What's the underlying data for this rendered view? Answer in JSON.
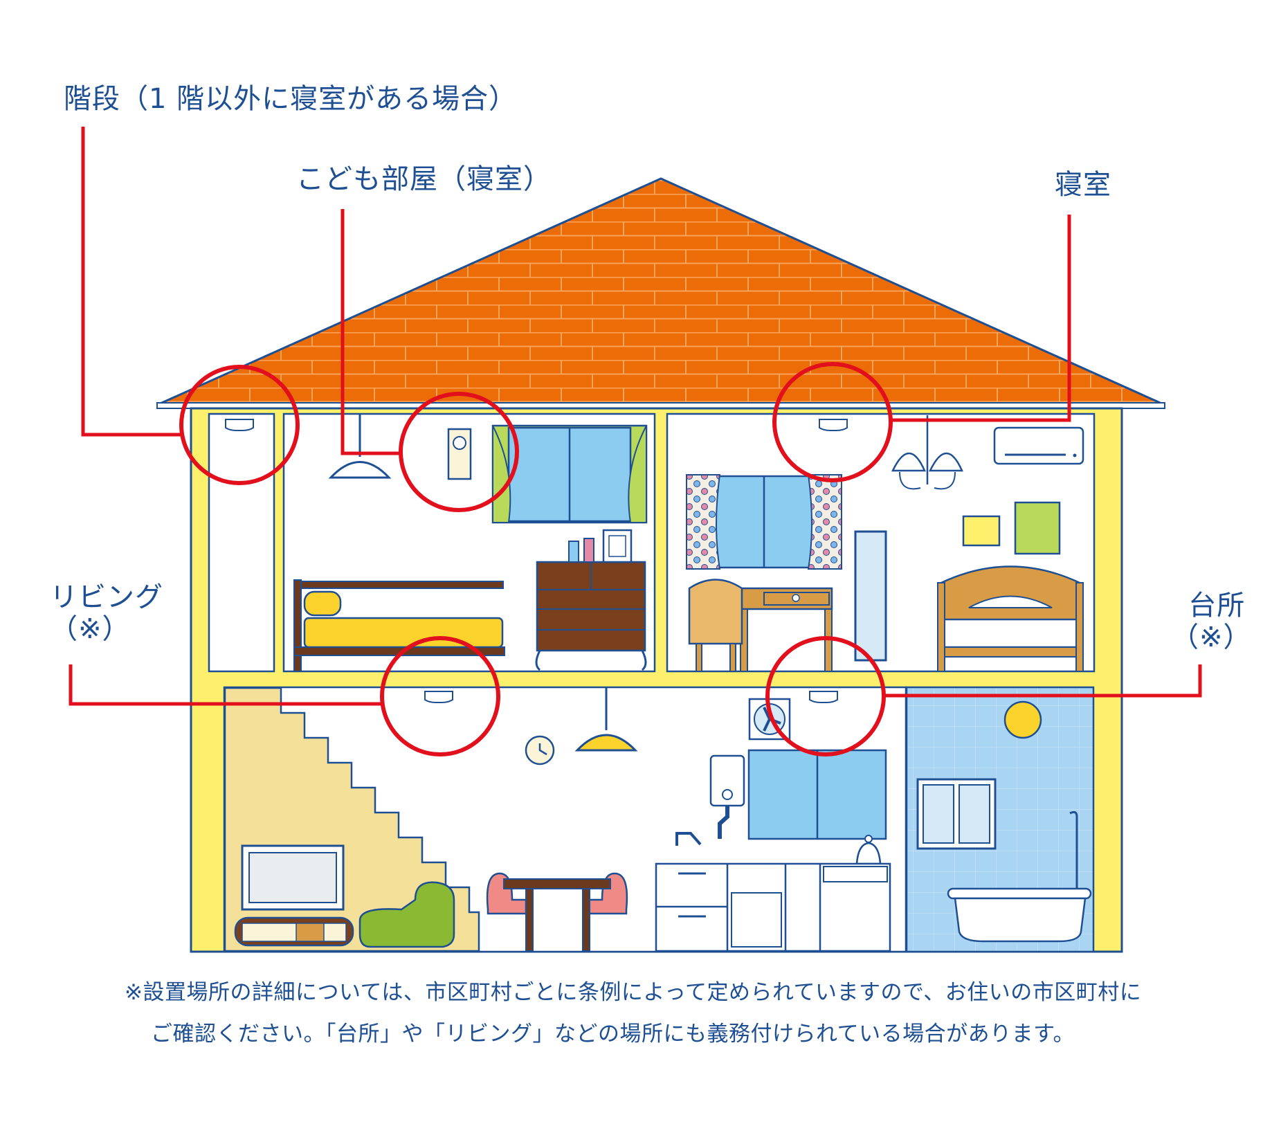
{
  "labels": {
    "stairs": "階段（1 階以外に寝室がある場合）",
    "kids_room": "こども部屋（寝室）",
    "bedroom": "寝室",
    "living_line1": "リビング",
    "living_line2": "（※）",
    "kitchen_line1": "台所",
    "kitchen_line2": "（※）"
  },
  "note": {
    "line1": "※設置場所の詳細については、市区町村ごとに条例によって定められていますので、お住いの市区町村に",
    "line2": "ご確認ください。「台所」や「リビング」などの場所にも義務付けられている場合があります。"
  },
  "colors": {
    "roof": "#ec6d08",
    "roof_line": "#f8a35a",
    "wall": "#fdf06d",
    "outline": "#1e4f92",
    "marker": "#e20f1c",
    "label_text": "#1e4f92",
    "window": "#8cccf0",
    "bathroom": "#a9d5f3",
    "stair": "#f5e09a"
  },
  "icons": [
    "smoke-detector-icon",
    "wall-clock-icon",
    "ventilation-fan-icon",
    "kettle-icon",
    "sun-icon"
  ]
}
